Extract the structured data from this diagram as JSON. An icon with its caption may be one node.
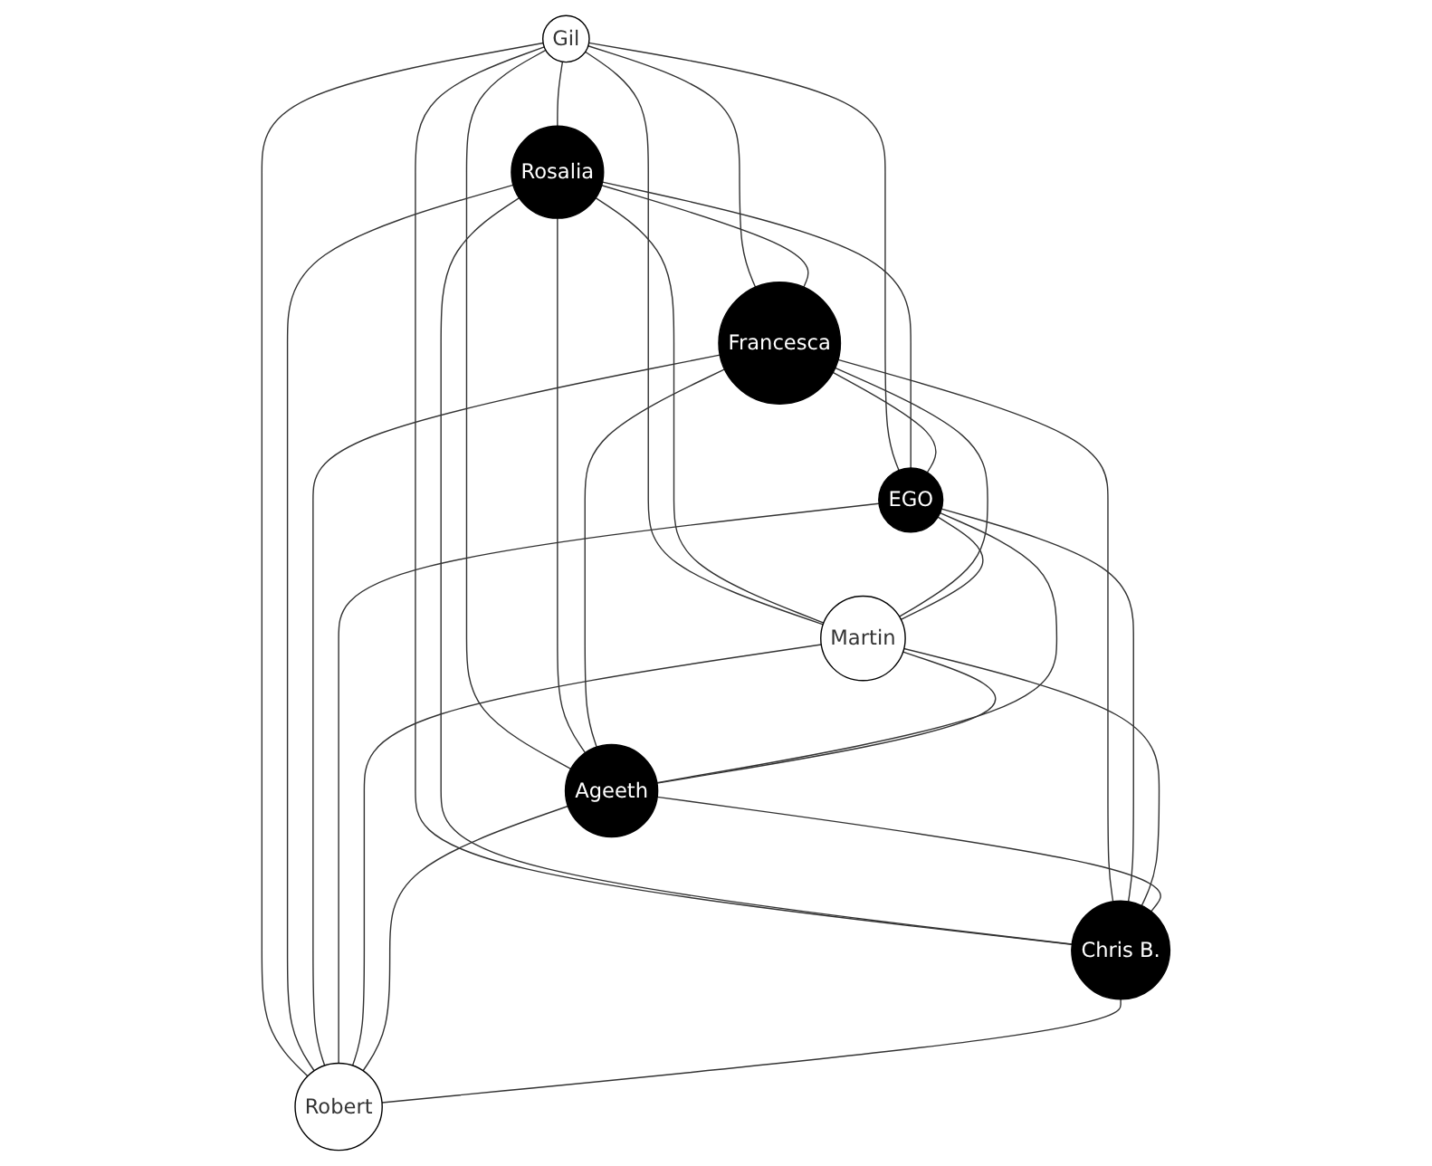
{
  "diagram": {
    "nodes": [
      {
        "text": [
          "Gil"
        ]
      },
      {
        "text": [
          "Rosalia"
        ]
      },
      {
        "text": [
          "Francesca"
        ]
      },
      {
        "text": [
          "EGO"
        ]
      },
      {
        "text": [
          "Martin"
        ]
      },
      {
        "text": [
          "Ageeth"
        ]
      },
      {
        "text": [
          "Chris B."
        ]
      },
      {
        "text": [
          "Robert"
        ]
      }
    ],
    "edges": [
      {
        "from": 0,
        "to": 1,
        "arrow": "none"
      },
      {
        "from": 0,
        "to": 2,
        "arrow": "none"
      },
      {
        "from": 0,
        "to": 3,
        "arrow": "none"
      },
      {
        "from": 0,
        "to": 4,
        "arrow": "none"
      },
      {
        "from": 0,
        "to": 5,
        "arrow": "none"
      },
      {
        "from": 0,
        "to": 6,
        "arrow": "none"
      },
      {
        "from": 0,
        "to": 7,
        "arrow": "none"
      },
      {
        "from": 1,
        "to": 2,
        "arrow": "none"
      },
      {
        "from": 1,
        "to": 3,
        "arrow": "none"
      },
      {
        "from": 1,
        "to": 4,
        "arrow": "none"
      },
      {
        "from": 1,
        "to": 5,
        "arrow": "none"
      },
      {
        "from": 1,
        "to": 6,
        "arrow": "none"
      },
      {
        "from": 1,
        "to": 7,
        "arrow": "none"
      },
      {
        "from": 2,
        "to": 3,
        "arrow": "none"
      },
      {
        "from": 2,
        "to": 4,
        "arrow": "none"
      },
      {
        "from": 2,
        "to": 5,
        "arrow": "none"
      },
      {
        "from": 2,
        "to": 6,
        "arrow": "none"
      },
      {
        "from": 2,
        "to": 7,
        "arrow": "none"
      },
      {
        "from": 3,
        "to": 4,
        "arrow": "none"
      },
      {
        "from": 3,
        "to": 5,
        "arrow": "none"
      },
      {
        "from": 3,
        "to": 6,
        "arrow": "none"
      },
      {
        "from": 3,
        "to": 7,
        "arrow": "none"
      },
      {
        "from": 4,
        "to": 5,
        "arrow": "none"
      },
      {
        "from": 4,
        "to": 6,
        "arrow": "none"
      },
      {
        "from": 4,
        "to": 7,
        "arrow": "none"
      },
      {
        "from": 5,
        "to": 6,
        "arrow": "none"
      },
      {
        "from": 5,
        "to": 7,
        "arrow": "none"
      },
      {
        "from": 6,
        "to": 7,
        "arrow": "none"
      }
    ]
  }
}
